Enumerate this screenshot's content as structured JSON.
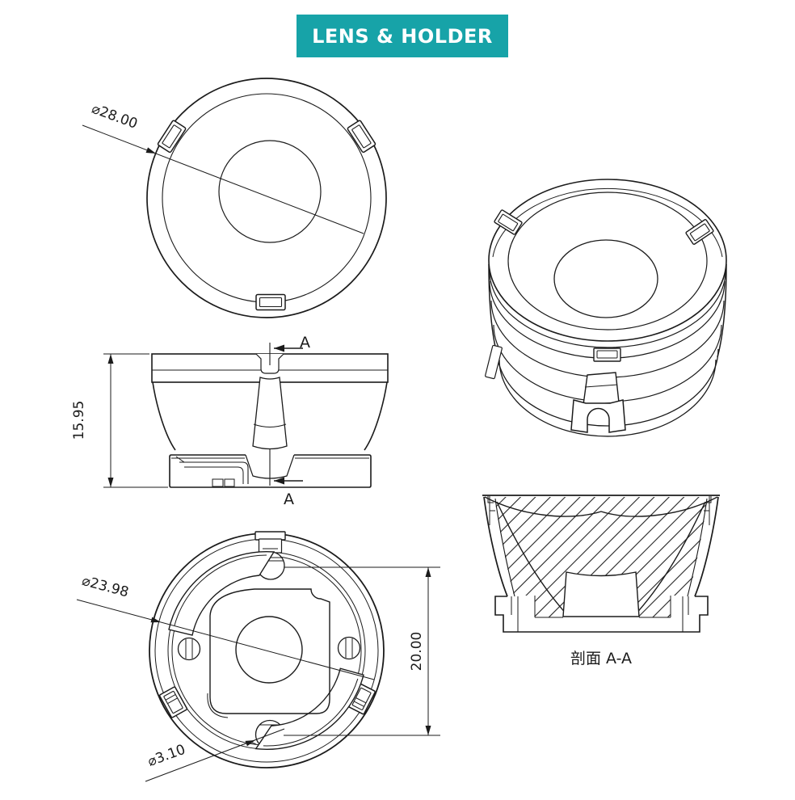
{
  "title_banner": {
    "label": "LENS & HOLDER"
  },
  "colors": {
    "banner_bg": "#17A3A8",
    "banner_text": "#FFFFFF",
    "line": "#1B1B1B"
  },
  "drawing": {
    "top_view": {
      "diameter_label": "⌀28.00"
    },
    "front_view": {
      "height_label": "15.95",
      "section_marker_top": "A",
      "section_marker_bottom": "A"
    },
    "bottom_view": {
      "diameter_label": "⌀23.98",
      "hole_spacing_label": "20.00",
      "hole_diameter_label": "⌀3.10"
    },
    "section_view": {
      "caption": "剖面 A-A"
    }
  }
}
